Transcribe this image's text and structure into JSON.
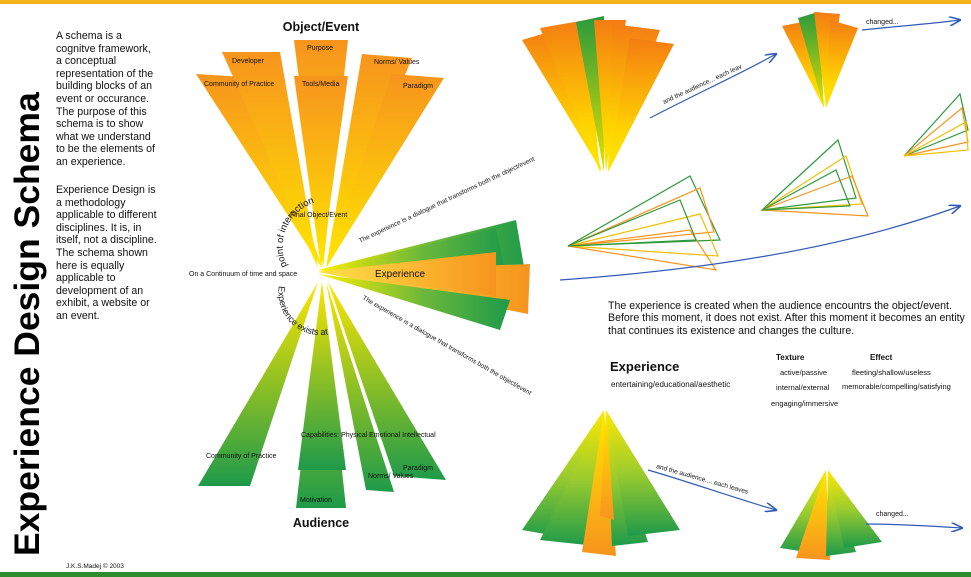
{
  "title": "Experience Design Schema",
  "intro": {
    "p1": "A schema is a cognitve framework, a conceptual representation of the building blocks of an event or occurance. The purpose of this schema is to show what we understand to be the elements of an experience.",
    "p2": "Experience Design is a methodology applicable to different disciplines. It is, in itself, not a discipline.  The schema shown here is equally applicable to development of an exhibit, a website or an event."
  },
  "credit": "J.K.S.Madej © 2003",
  "diagram": {
    "top_label": "Object/Event",
    "bottom_label": "Audience",
    "top_rays": [
      "Community of Practice",
      "Developer",
      "Purpose",
      "Tools/Media",
      "Norms/ Values",
      "Paradigm"
    ],
    "bottom_rays": [
      "Community of Practice",
      "Capabilities: Physical Emotional Intellectual",
      "Motivation",
      "Norms/ Values",
      "Paradigm"
    ],
    "final_object": "Final Object/Event",
    "point_of_interaction": "point of interaction",
    "experience_exists_at": "Experience exists at",
    "continuum": "On a Continuum of time and space",
    "experience_label": "Experience",
    "dialogue_upper": "The experience is a dialogue that transforms both the object/event",
    "dialogue_lower": "The experience is a dialogue that transforms both the object/event",
    "audience_leaves_upper": "and the audience... each leaves",
    "audience_leaves_lower": "and the audience.... each leaves",
    "changed_upper": "changed...",
    "changed_lower": "changed..."
  },
  "explanation": "The experience is created when the audience encountrs the object/event. Before this moment, it does not exist. After this moment it becomes an entity that continues its existence and changes the culture.",
  "experience_table": {
    "heading": "Experience",
    "subtitle": "entertaining/educational/aesthetic",
    "texture": {
      "heading": "Texture",
      "items": [
        "active/passive",
        "internal/external",
        "engaging/immersive"
      ]
    },
    "effect": {
      "heading": "Effect",
      "items": [
        "fleeting/shallow/useless",
        "memorable/compelling/satisfying"
      ]
    }
  },
  "colors": {
    "orange": "#f7941d",
    "yellow": "#ffe600",
    "green": "#1e9a4a",
    "blue_arrow": "#2f5bb7",
    "top_bar": "#f3b21a",
    "bottom_bar": "#2e8b2e"
  }
}
